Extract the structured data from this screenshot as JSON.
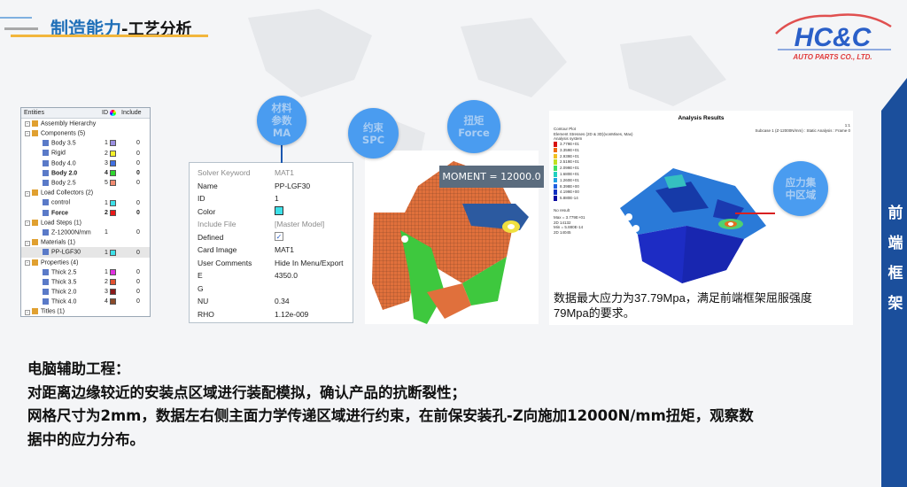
{
  "header": {
    "title_main": "制造能力",
    "title_sub": "-工艺分析"
  },
  "logo": {
    "text": "HC&C",
    "subtext": "AUTO PARTS CO., LTD.",
    "colors": {
      "blue": "#2a5fc8",
      "red": "#e03a3a"
    }
  },
  "sidebar": {
    "label": "前端框架"
  },
  "entities": {
    "columns": [
      "Entities",
      "ID",
      "Include"
    ],
    "rows": [
      {
        "label": "Assembly Hierarchy",
        "level": 0
      },
      {
        "label": "Components (5)",
        "level": 0
      },
      {
        "label": "Body 3.5",
        "level": 1,
        "id": "1",
        "color": "#9b8fe0",
        "include": "0"
      },
      {
        "label": "Rigid",
        "level": 1,
        "id": "2",
        "color": "#f4f02a",
        "include": "0"
      },
      {
        "label": "Body 4.0",
        "level": 1,
        "id": "3",
        "color": "#3f6fe0",
        "include": "0"
      },
      {
        "label": "Body 2.0",
        "level": 1,
        "id": "4",
        "color": "#2fd52f",
        "include": "0",
        "bold": true
      },
      {
        "label": "Body 2.5",
        "level": 1,
        "id": "5",
        "color": "#f08a70",
        "include": "0"
      },
      {
        "label": "Load Collectors (2)",
        "level": 0
      },
      {
        "label": "control",
        "level": 1,
        "id": "1",
        "color": "#3de0e8",
        "include": "0"
      },
      {
        "label": "Force",
        "level": 1,
        "id": "2",
        "color": "#e81818",
        "include": "0",
        "bold": true
      },
      {
        "label": "Load Steps (1)",
        "level": 0
      },
      {
        "label": "Z-12000N/mm",
        "level": 1,
        "id": "1",
        "include": "0"
      },
      {
        "label": "Materials (1)",
        "level": 0
      },
      {
        "label": "PP-LGF30",
        "level": 1,
        "id": "1",
        "color": "#3de0e8",
        "include": "0",
        "selected": true
      },
      {
        "label": "Properties (4)",
        "level": 0
      },
      {
        "label": "Thick 2.5",
        "level": 1,
        "id": "1",
        "color": "#e030e0",
        "include": "0"
      },
      {
        "label": "Thick 3.5",
        "level": 1,
        "id": "2",
        "color": "#e05030",
        "include": "0"
      },
      {
        "label": "Thick 2.0",
        "level": 1,
        "id": "3",
        "color": "#8a1a1a",
        "include": "0"
      },
      {
        "label": "Thick 4.0",
        "level": 1,
        "id": "4",
        "color": "#8a4a2a",
        "include": "0"
      },
      {
        "label": "Titles (1)",
        "level": 0
      }
    ]
  },
  "material": {
    "rows": [
      {
        "key": "Solver Keyword",
        "value": "MAT1",
        "muted": true
      },
      {
        "key": "Name",
        "value": "PP-LGF30"
      },
      {
        "key": "ID",
        "value": "1"
      },
      {
        "key": "Color",
        "value": "",
        "swatch": "#3de0e8"
      },
      {
        "key": "Include File",
        "value": "[Master Model]",
        "muted": true
      },
      {
        "key": "Defined",
        "value": "",
        "checkbox": true
      },
      {
        "key": "Card Image",
        "value": "MAT1"
      },
      {
        "key": "User Comments",
        "value": "Hide In Menu/Export"
      },
      {
        "key": "E",
        "value": "4350.0"
      },
      {
        "key": "G",
        "value": ""
      },
      {
        "key": "NU",
        "value": "0.34"
      },
      {
        "key": "RHO",
        "value": "1.12e-009"
      }
    ]
  },
  "bubbles": {
    "material": "材料\n参数\nMA",
    "constraint": "约束\nSPC",
    "torque": "扭矩\nForce",
    "stress": "应力集\n中区域"
  },
  "moment_label": "MOMENT = 12000.0",
  "results": {
    "title": "Analysis Results",
    "page": "1:1",
    "subcase": "Subcase 1 (Z-12000N/mm) : Static Analysis : Frame 0",
    "contour": [
      "Contour Plot",
      "Element Stresses (2D & 3D)(vonMises, Max)",
      "Analysis system"
    ],
    "legend": [
      {
        "v": "3.779E+01",
        "c": "#d81010"
      },
      {
        "v": "3.359E+01",
        "c": "#f06a10"
      },
      {
        "v": "2.939E+01",
        "c": "#f0c020"
      },
      {
        "v": "2.519E+01",
        "c": "#c0e020"
      },
      {
        "v": "2.099E+01",
        "c": "#40e060"
      },
      {
        "v": "1.680E+01",
        "c": "#20d0c0"
      },
      {
        "v": "1.260E+01",
        "c": "#20a0e0"
      },
      {
        "v": "8.398E+00",
        "c": "#2060e0"
      },
      {
        "v": "4.199E+00",
        "c": "#1030c0"
      },
      {
        "v": "5.880E-14",
        "c": "#0a0aa0"
      }
    ],
    "no_result": "No result",
    "stats": [
      "Max = 3.779E+01",
      "2D 14132",
      "Min = 5.880E-14",
      "2D 14045"
    ],
    "conclusion": "数据最大应力为37.79Mpa，满足前端框架屈服强度79Mpa的要求。"
  },
  "body": {
    "lines": [
      "电脑辅助工程：",
      "对距离边缘较近的安装点区域进行装配模拟，确认产品的抗断裂性；",
      "网格尺寸为2mm，数据左右侧主面力学传递区域进行约束，在前保安装孔-Z向施加12000N/mm扭矩，观察数",
      "据中的应力分布。"
    ]
  }
}
